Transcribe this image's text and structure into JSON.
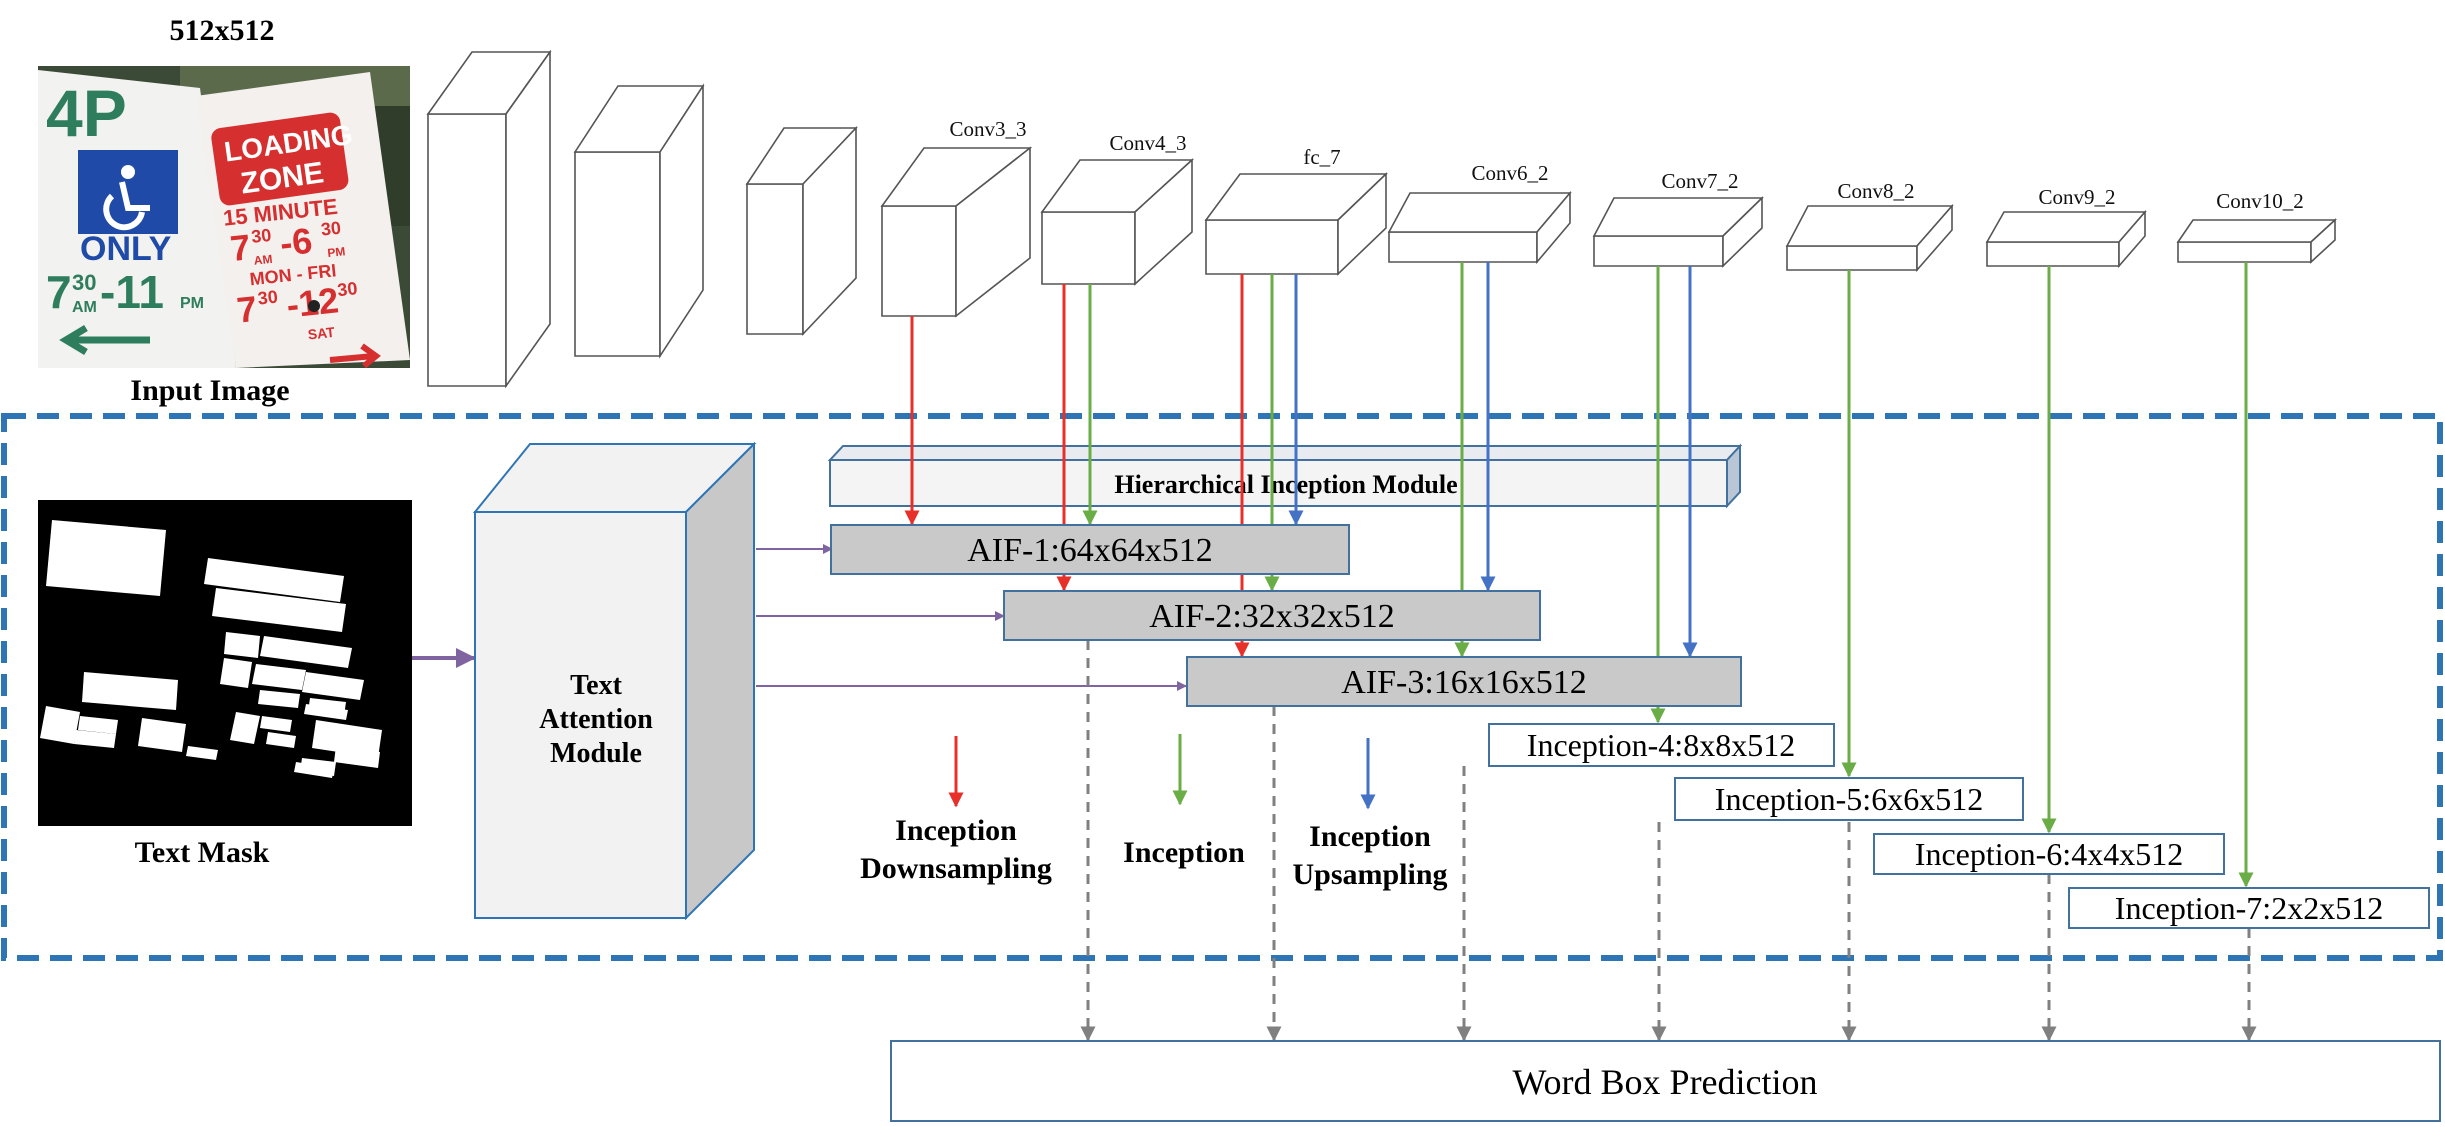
{
  "input": {
    "size_label": "512x512",
    "caption": "Input Image",
    "sign_left": {
      "top": "4P",
      "only": "ONLY",
      "time": "7",
      "sup": "30",
      "dash": "-11",
      "am": "AM",
      "pm": "PM"
    },
    "sign_right": {
      "line1": "LOADING",
      "line2": "ZONE",
      "line3": "15 MINUTE",
      "t1": "7",
      "s1": "30",
      "t2": "-6",
      "s2": "30",
      "am": "AM",
      "pm": "PM",
      "days": "MON - FRI",
      "t3": "7",
      "s3": "30",
      "t4": "-12",
      "s4": "30",
      "sat": "SAT"
    }
  },
  "mask": {
    "caption": "Text Mask"
  },
  "attention": {
    "line1": "Text",
    "line2": "Attention",
    "line3": "Module"
  },
  "backbone": {
    "labels": [
      "Conv3_3",
      "Conv4_3",
      "fc_7",
      "Conv6_2",
      "Conv7_2",
      "Conv8_2",
      "Conv9_2",
      "Conv10_2"
    ]
  },
  "him": {
    "title": "Hierarchical Inception Module",
    "aif": [
      "AIF-1:64x64x512",
      "AIF-2:32x32x512",
      "AIF-3:16x16x512"
    ],
    "inception": [
      "Inception-4:8x8x512",
      "Inception-5:6x6x512",
      "Inception-6:4x4x512",
      "Inception-7:2x2x512"
    ]
  },
  "legend": [
    {
      "line1": "Inception",
      "line2": "Downsampling",
      "color": "#e8302a"
    },
    {
      "line1": "Inception",
      "line2": "",
      "color": "#6aac45"
    },
    {
      "line1": "Inception",
      "line2": "Upsampling",
      "color": "#4472c4"
    }
  ],
  "output": {
    "label": "Word Box Prediction"
  },
  "colors": {
    "red": "#e8302a",
    "green": "#6aac45",
    "blue": "#4472c4",
    "purple": "#8064a2",
    "dashed_frame": "#2e75b6",
    "aif_fill": "#c9c9c9",
    "gray_dash": "#808080"
  }
}
